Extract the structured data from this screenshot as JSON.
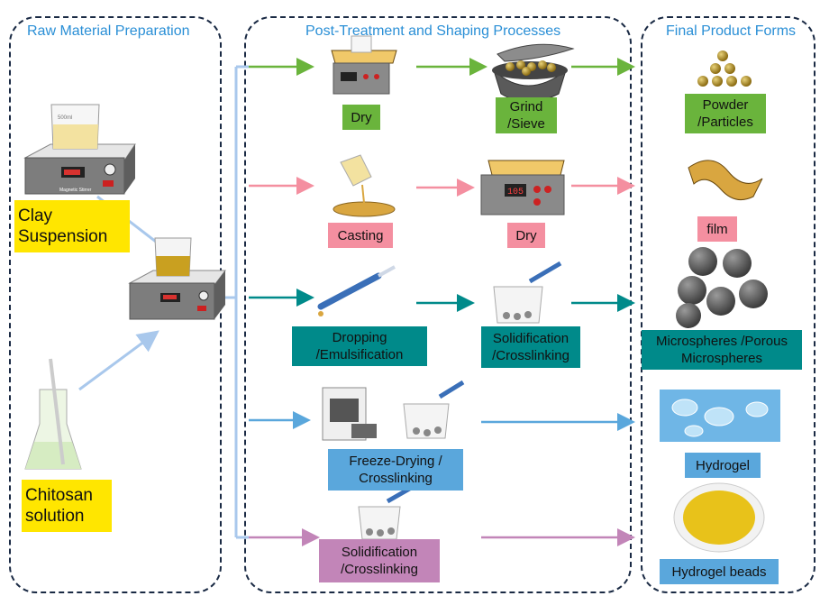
{
  "panels": {
    "raw_title": "Raw Material Preparation",
    "post_title": "Post-Treatment and Shaping Processes",
    "final_title": "Final Product Forms"
  },
  "raw": {
    "clay": "Clay Suspension",
    "chitosan": "Chitosan solution",
    "stirrer_text": "Magnetic Stirrer",
    "beaker_text": "500ml"
  },
  "process": {
    "dry1": "Dry",
    "grind": "Grind /Sieve",
    "casting": "Casting",
    "dry2": "Dry",
    "dropping": "Dropping /Emulsification",
    "solid1": "Solidification /Crosslinking",
    "freeze": "Freeze-Drying / Crosslinking",
    "solid2": "Solidification /Crosslinking",
    "oven_display": "105"
  },
  "products": {
    "powder": "Powder /Particles",
    "film": "film",
    "micro": "Microspheres /Porous Microspheres",
    "hydrogel": "Hydrogel",
    "beads": "Hydrogel beads"
  },
  "colors": {
    "green": "#6ab43c",
    "pink": "#f48fa0",
    "teal": "#008a8a",
    "blue": "#5aa7dc",
    "purple": "#c285b8",
    "yellow": "#ffe600",
    "title_blue": "#2a8fd6",
    "feed_arrow": "#a9c8ec"
  },
  "icons": [
    "beaker-icon",
    "magnetic-stirrer-icon",
    "erlenmeyer-flask-icon",
    "hot-plate-icon",
    "mortar-pestle-icon",
    "petri-dish-icon",
    "drying-oven-icon",
    "pipette-icon",
    "freeze-dryer-icon",
    "powder-icon",
    "film-icon",
    "microsphere-icon",
    "hydrogel-icon",
    "hydrogel-beads-icon"
  ]
}
